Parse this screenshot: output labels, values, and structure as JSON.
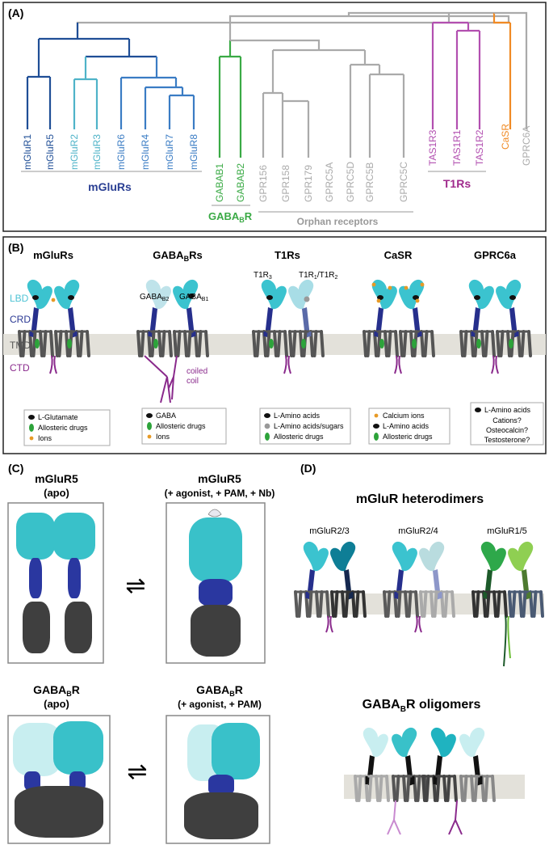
{
  "panel_a": {
    "label": "(A)",
    "leaves": [
      "mGluR1",
      "mGluR5",
      "mGluR2",
      "mGluR3",
      "mGluR6",
      "mGluR4",
      "mGluR7",
      "mGluR8",
      "GABAB1",
      "GABAB2",
      "GPR156",
      "GPR158",
      "GPR179",
      "GPRC5A",
      "GPRC5D",
      "GPRC5B",
      "GPRC5C",
      "TAS1R3",
      "TAS1R1",
      "TAS1R2",
      "CaSR",
      "GPRC6A"
    ],
    "group_mglurs": "mGluRs",
    "group_gabab_main": "GABA",
    "group_gabab_sub": "B",
    "group_gabab_end": "R",
    "group_orphan": "Orphan receptors",
    "group_t1rs": "T1Rs",
    "colors": {
      "mglur_dark": "#1f4e96",
      "mglur_light": "#4fb3c8",
      "mglur_mid": "#3a7cc4",
      "gabab": "#3aaa45",
      "orphan": "#aaaaaa",
      "t1r": "#b24fb0",
      "casr": "#f08a24"
    }
  },
  "panel_b": {
    "label": "(B)",
    "titles": {
      "mglurs": "mGluRs",
      "gabab_main": "GABA",
      "gabab_sub": "B",
      "gabab_end": "Rs",
      "t1rs": "T1Rs",
      "casr": "CaSR",
      "gprc6a": "GPRC6a"
    },
    "domains": {
      "lbd": "LBD",
      "crd": "CRD",
      "tmd": "TMD",
      "ctd": "CTD"
    },
    "gabab_left_main": "GABA",
    "gabab_left_sub": "B2",
    "gabab_right_main": "GABA",
    "gabab_right_sub": "B1",
    "t1r_left_main": "T1R",
    "t1r_left_sub": "3",
    "t1r_right_main": "T1R",
    "t1r_right_sub1": "1",
    "t1r_right_mid": "/T1R",
    "t1r_right_sub2": "2",
    "coiled": "coiled",
    "coil": "coil",
    "legends": {
      "mglurs": [
        "L-Glutamate",
        "Allosteric drugs",
        "Ions"
      ],
      "gabab": [
        "GABA",
        "Allosteric drugs",
        "Ions"
      ],
      "t1rs": [
        "L-Amino acids",
        "L-Amino acids/sugars",
        "Allosteric drugs"
      ],
      "casr": [
        "Calcium ions",
        "L-Amino acids",
        "Allosteric drugs"
      ],
      "gprc6a": [
        "L-Amino acids",
        "Cations?",
        "Osteocalcin?",
        "Testosterone?"
      ]
    }
  },
  "panel_c": {
    "label": "(C)",
    "mglur5_apo_title": "mGluR5",
    "mglur5_apo_sub": "(apo)",
    "mglur5_act_title": "mGluR5",
    "mglur5_act_sub": "(+ agonist, + PAM, + Nb)",
    "gabab_apo_main": "GABA",
    "gabab_apo_subscript": "B",
    "gabab_apo_end": "R",
    "gabab_apo_sub": "(apo)",
    "gabab_act_main": "GABA",
    "gabab_act_subscript": "B",
    "gabab_act_end": "R",
    "gabab_act_sub": "(+ agonist, + PAM)",
    "equilibrium": "⇌"
  },
  "panel_d": {
    "label": "(D)",
    "heterodimers_title": "mGluR heterodimers",
    "dimer_labels": [
      "mGluR2/3",
      "mGluR2/4",
      "mGluR1/5"
    ],
    "oligomers_main": "GABA",
    "oligomers_sub": "B",
    "oligomers_end": "R oligomers"
  }
}
